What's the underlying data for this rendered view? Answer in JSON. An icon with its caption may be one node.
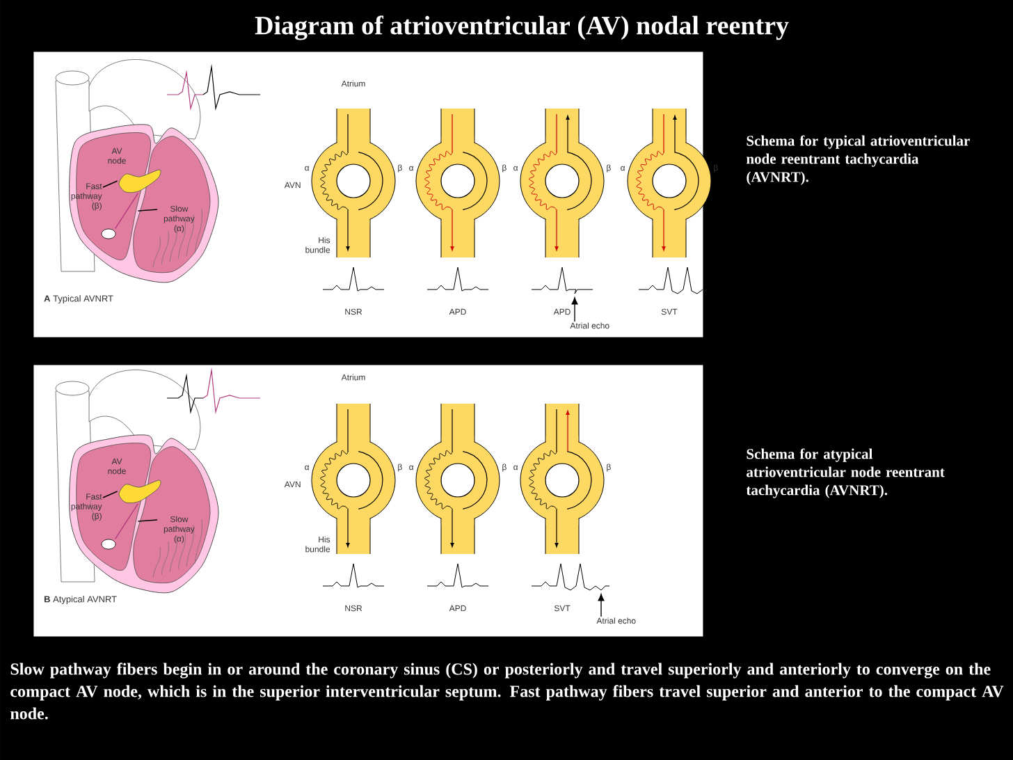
{
  "diagram": {
    "title": "Diagram of atrioventricular (AV) nodal reentry",
    "caption": "Slow pathway fibers begin in or around the coronary sinus (CS) or posteriorly and travel superiorly and anteriorly to converge on the compact AV node, which is in the superior interventricular septum. Fast pathway fibers travel superior and anterior to the compact AV node.",
    "nodes": [
      {
        "text": [
          "**A** Typical AVNRT"
        ]
      },
      {
        "text": [
          "AV node"
        ],
        "in": 0
      },
      {
        "text": [
          "Fast pathway (β)"
        ],
        "in": 0
      },
      {
        "text": [
          "Slow pathway (α)"
        ],
        "in": 0
      },
      {
        "text": [
          "Atrial echo"
        ],
        "in": 0
      },
      {
        "text": [],
        "shape": "picture",
        "in": 0
      },
      {
        "text": [],
        "shape": "line",
        "in": 0
      },
      {
        "text": [],
        "shape": "picture",
        "in": 0
      },
      {
        "text": [
          "**B** Atypical AVNRT"
        ]
      },
      {
        "text": [
          "AV node"
        ],
        "in": 8
      },
      {
        "text": [
          "Fast pathway (β)"
        ],
        "in": 8
      },
      {
        "text": [
          "Slow pathway (α)"
        ],
        "in": 8
      },
      {
        "text": [
          "Atrial echo"
        ],
        "in": 8
      },
      {
        "text": [],
        "shape": "picture",
        "in": 8
      },
      {
        "text": [],
        "shape": "line",
        "in": 8
      },
      {
        "text": [],
        "shape": "picture",
        "in": 8
      }
    ],
    "edges": [
      {
        "from": 2,
        "to": 5,
        "arrow": "none"
      },
      {
        "from": 3,
        "to": 6,
        "arrow": "none"
      },
      {
        "from": 4,
        "to": 7,
        "arrow": "to"
      },
      {
        "from": 10,
        "to": 13,
        "arrow": "none"
      },
      {
        "from": 11,
        "to": 14,
        "arrow": "none"
      },
      {
        "from": 12,
        "to": 15,
        "arrow": "to"
      }
    ],
    "labels": [
      "Atrium",
      "α",
      "β",
      "α",
      "β",
      "α",
      "β",
      "α",
      "β",
      "AVN",
      "His bundle",
      "NSR",
      "APD",
      "APD",
      "SVT",
      "Schema for typical atrioventricular node reentrant tachycardia (AVNRT).",
      "Atrium",
      "α",
      "β",
      "α",
      "β",
      "α",
      "β",
      "AVN",
      "His bundle",
      "NSR",
      "APD",
      "SVT",
      "Schema for atypical atrioventricular node reentrant tachycardia (AVNRT)."
    ]
  }
}
